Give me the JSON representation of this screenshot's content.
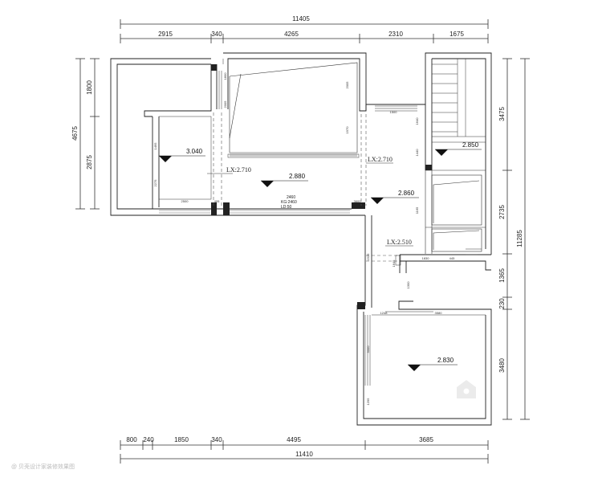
{
  "dimensions": {
    "top_total": "11405",
    "top_segments": [
      "2915",
      "340",
      "4265",
      "2310",
      "1675"
    ],
    "left_total": "4675",
    "left_segments": [
      "1800",
      "2875"
    ],
    "right_total": "11285",
    "right_segments": [
      "3475",
      "2735",
      "1365",
      "230",
      "3480"
    ],
    "bottom_total": "11410",
    "bottom_segments": [
      "800",
      "240",
      "1850",
      "340",
      "4495",
      "3685"
    ]
  },
  "levels": {
    "bedroom": "3.040",
    "living": "2.880",
    "corridor": "2.860",
    "stair": "2.850",
    "lower_room": "2.830"
  },
  "beam_labels": {
    "lx1": "LX:2.710",
    "lx2": "LX:2.710",
    "lx3": "LX:2.510"
  },
  "window_notes": {
    "kg": "KG:2460",
    "ld": "LD:50",
    "head": "2460"
  },
  "small_dims": {
    "left_upper": "1800",
    "upper_mid": "2005",
    "upper_right": "2005",
    "upper_right2": "1970",
    "win_top": "1500",
    "win_top2": "1640",
    "left_mid": "1495",
    "left_low": "2275",
    "bottom_a": "2500",
    "bottom_b": "405",
    "bottom_c": "3600",
    "corner_a": "1440",
    "corner_b": "1165",
    "mid_right": "1645",
    "mid_right2": "1300",
    "lower_a": "1830",
    "lower_b": "445",
    "lower_c": "1248",
    "lower_d": "3580",
    "lower_e": "3000",
    "lower_f": "1295",
    "lower_g": "1525"
  },
  "watermark": "@ 贝壳设计家装修效果图"
}
